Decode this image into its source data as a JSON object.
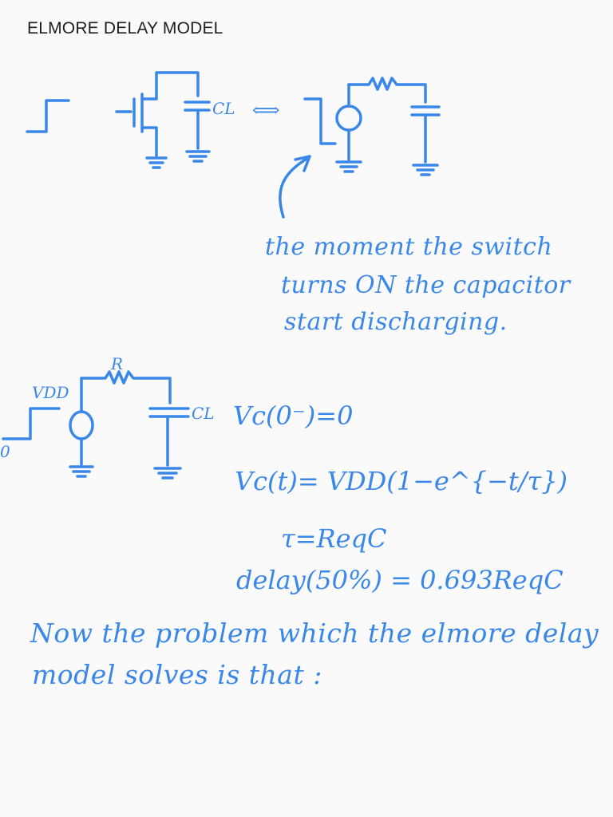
{
  "title": "ELMORE DELAY MODEL",
  "ink_color": "#3a87ea",
  "circuit1": {
    "cap_label": "CL",
    "equivalence_symbol": "⟺"
  },
  "annotation": {
    "line1": "the moment the switch",
    "line2": "turns ON the capacitor",
    "line3": "start discharging."
  },
  "circuit2": {
    "resistor_label": "R",
    "supply_label": "VDD",
    "input_label": "0",
    "cap_label": "CL"
  },
  "equations": {
    "initial": "Vc(0⁻)=0",
    "response": "Vc(t)= VDD(1−e^{−t/τ})",
    "tau": "τ=ReqC",
    "delay": "delay(50%) = 0.693ReqC"
  },
  "conclusion": {
    "line1": "Now the problem which the elmore delay",
    "line2": "model solves is that :"
  }
}
